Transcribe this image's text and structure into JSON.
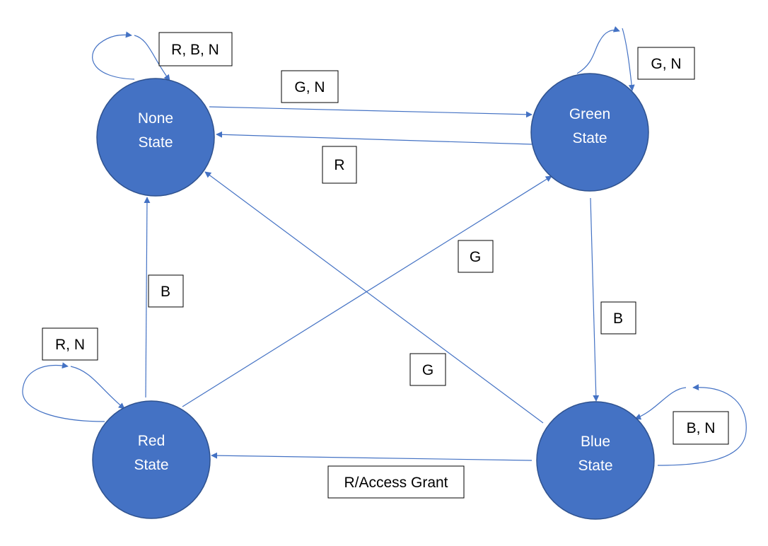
{
  "colors": {
    "state_fill": "#4472C4",
    "state_stroke": "#2F528F",
    "edge": "#4472C4",
    "state_text": "#FFFFFF",
    "label_text": "#000000"
  },
  "states": {
    "none": {
      "line1": "None",
      "line2": "State"
    },
    "green": {
      "line1": "Green",
      "line2": "State"
    },
    "red": {
      "line1": "Red",
      "line2": "State"
    },
    "blue": {
      "line1": "Blue",
      "line2": "State"
    }
  },
  "transitions": {
    "none_self": "R, B, N",
    "none_to_green": "G, N",
    "green_self": "G, N",
    "green_to_none": "R",
    "red_to_green": "G",
    "red_to_none": "B",
    "green_to_blue": "B",
    "red_self": "R, N",
    "blue_to_none": "G",
    "blue_self": "B, N",
    "blue_to_red": "R/Access Grant"
  }
}
